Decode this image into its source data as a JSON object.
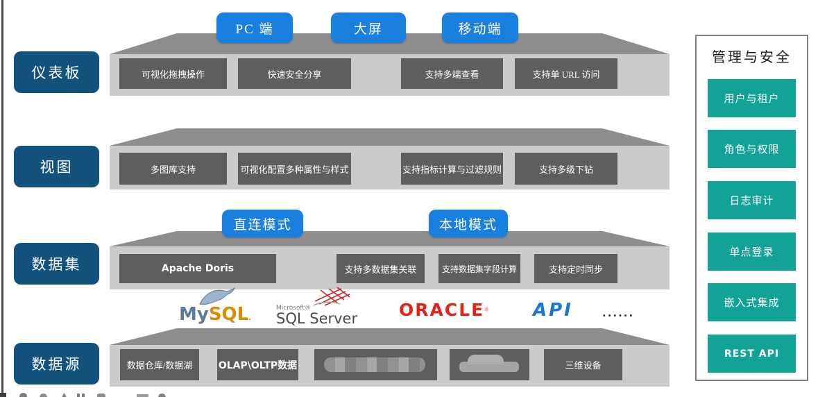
{
  "colors": {
    "layer_label_blue": "#14527e",
    "pill_blue": "#1a80e0",
    "teal": "#13a296",
    "platform_face": "#cbcbcb",
    "platform_top": "#8d8d8d",
    "feature_box": "#5e5e5e",
    "oracle_red": "#e2231a",
    "api_blue": "#1a78cf"
  },
  "client_buttons": [
    "PC 端",
    "大屏",
    "移动端"
  ],
  "dataset_mode_buttons": [
    "直连模式",
    "本地模式"
  ],
  "layers": [
    {
      "label": "仪表板",
      "features": [
        "可视化拖拽操作",
        "快速安全分享",
        "支持多端查看",
        "支持单 URL 访问"
      ]
    },
    {
      "label": "视图",
      "features": [
        "多图库支持",
        "可视化配置多种属性与样式",
        "支持指标计算与过滤规则",
        "支持多级下钻"
      ]
    },
    {
      "label": "数据集",
      "features": [
        "Apache Doris",
        "支持多数据集关联",
        "支持数据集字段计算",
        "支持定时同步"
      ]
    },
    {
      "label": "数据源",
      "features": [
        "数据仓库/数据湖",
        "OLAP\\OLTP数据",
        "三维设备"
      ]
    }
  ],
  "datasource_logos": {
    "mysql_part1": "My",
    "mysql_part2": "SQL",
    "microsoft": "Microsoft®",
    "sqlserver": "SQL Server",
    "oracle": "ORACLE",
    "oracle_mark": "®",
    "api": "API",
    "ellipsis": "......"
  },
  "security_panel": {
    "title": "管理与安全",
    "items": [
      "用户与租户",
      "角色与权限",
      "日志审计",
      "单点登录",
      "嵌入式集成",
      "REST API"
    ]
  }
}
